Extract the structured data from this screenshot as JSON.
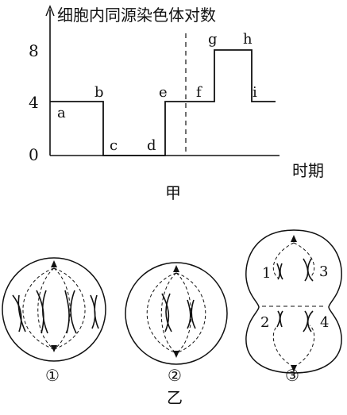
{
  "graph_jia": {
    "y_axis_title": "细胞内同源染色体对数",
    "x_axis_title": "时期",
    "caption": "甲",
    "y_ticks": [
      "0",
      "4",
      "8"
    ],
    "point_labels": [
      "a",
      "b",
      "c",
      "d",
      "e",
      "f",
      "g",
      "h",
      "i"
    ],
    "chart_data": {
      "type": "line",
      "step": true,
      "ylabel": "细胞内同源染色体对数",
      "xlabel": "时期",
      "y_ticks": [
        0,
        4,
        8
      ],
      "segments": [
        {
          "label": "a",
          "value": 4
        },
        {
          "label": "b",
          "value": 4
        },
        {
          "label": "c",
          "value": 0
        },
        {
          "label": "d",
          "value": 0
        },
        {
          "label": "e",
          "value": 4
        },
        {
          "label": "f",
          "value": 4
        },
        {
          "label": "g",
          "value": 8
        },
        {
          "label": "h",
          "value": 8
        },
        {
          "label": "i",
          "value": 4
        }
      ],
      "dashed_divider": "between e and f"
    }
  },
  "figure_yi": {
    "caption": "乙",
    "cells": [
      {
        "label": "①"
      },
      {
        "label": "②"
      },
      {
        "label": "③",
        "chromosome_numbers": [
          "1",
          "3",
          "2",
          "4"
        ]
      }
    ]
  }
}
